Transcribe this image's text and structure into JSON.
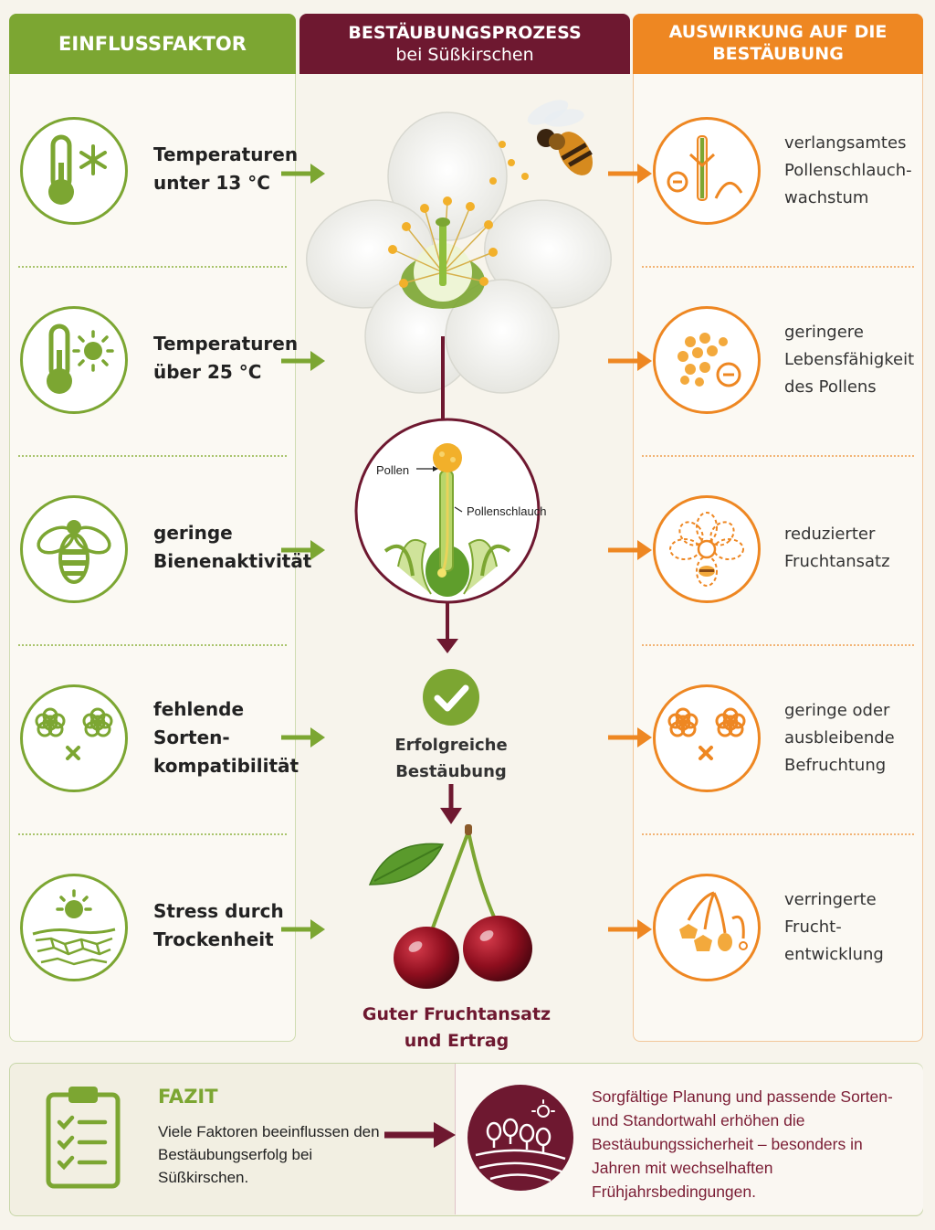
{
  "headers": {
    "left": "EINFLUSSFAKTOR",
    "middle_title": "BESTÄUBUNGSPROZESS",
    "middle_sub": "bei Süßkirschen",
    "right_line1": "AUSWIRKUNG AUF DIE",
    "right_line2": "BESTÄUBUNG"
  },
  "factors": [
    {
      "line1": "Temperaturen",
      "line2": "unter 13 °C",
      "icon": "thermometer-snowflake-icon"
    },
    {
      "line1": "Temperaturen",
      "line2": "über 25 °C",
      "icon": "thermometer-sun-icon"
    },
    {
      "line1": "geringe",
      "line2": "Bienenaktivität",
      "icon": "bee-icon"
    },
    {
      "line1": "fehlende",
      "line2": "Sorten-",
      "line3": "kompatibilität",
      "icon": "incompatible-flowers-icon"
    },
    {
      "line1": "Stress durch",
      "line2": "Trockenheit",
      "icon": "drought-icon"
    }
  ],
  "effects": [
    {
      "line1": "verlangsamtes",
      "line2": "Pollenschlauch-",
      "line3": "wachstum",
      "icon": "slow-pollen-tube-icon"
    },
    {
      "line1": "geringere",
      "line2": "Lebensfähigkeit",
      "line3": "des Pollens",
      "icon": "pollen-viability-icon"
    },
    {
      "line1": "reduzierter",
      "line2": "Fruchtansatz",
      "icon": "reduced-fruit-set-icon"
    },
    {
      "line1": "geringe oder",
      "line2": "ausbleibende",
      "line3": "Befruchtung",
      "icon": "no-fertilization-icon"
    },
    {
      "line1": "verringerte",
      "line2": "Frucht-",
      "line3": "entwicklung",
      "icon": "reduced-fruit-development-icon"
    }
  ],
  "process": {
    "pollen_label": "Pollen",
    "tube_label": "Pollenschlauch",
    "success_line1": "Erfolgreiche",
    "success_line2": "Bestäubung",
    "result_line1": "Guter Fruchtansatz",
    "result_line2": "und Ertrag"
  },
  "fazit": {
    "title": "FAZIT",
    "text": "Viele Faktoren beeinflussen den Bestäubungserfolg bei Süßkirschen.",
    "conclusion": "Sorgfältige Planung und passende Sorten- und Standortwahl erhöhen die Bestäubungssicherheit – besonders in Jahren mit wechselhaften Frühjahrsbedingungen."
  },
  "colors": {
    "green": "#7ca632",
    "burgundy": "#6e1830",
    "orange": "#ee8722",
    "background": "#f7f4ec"
  }
}
